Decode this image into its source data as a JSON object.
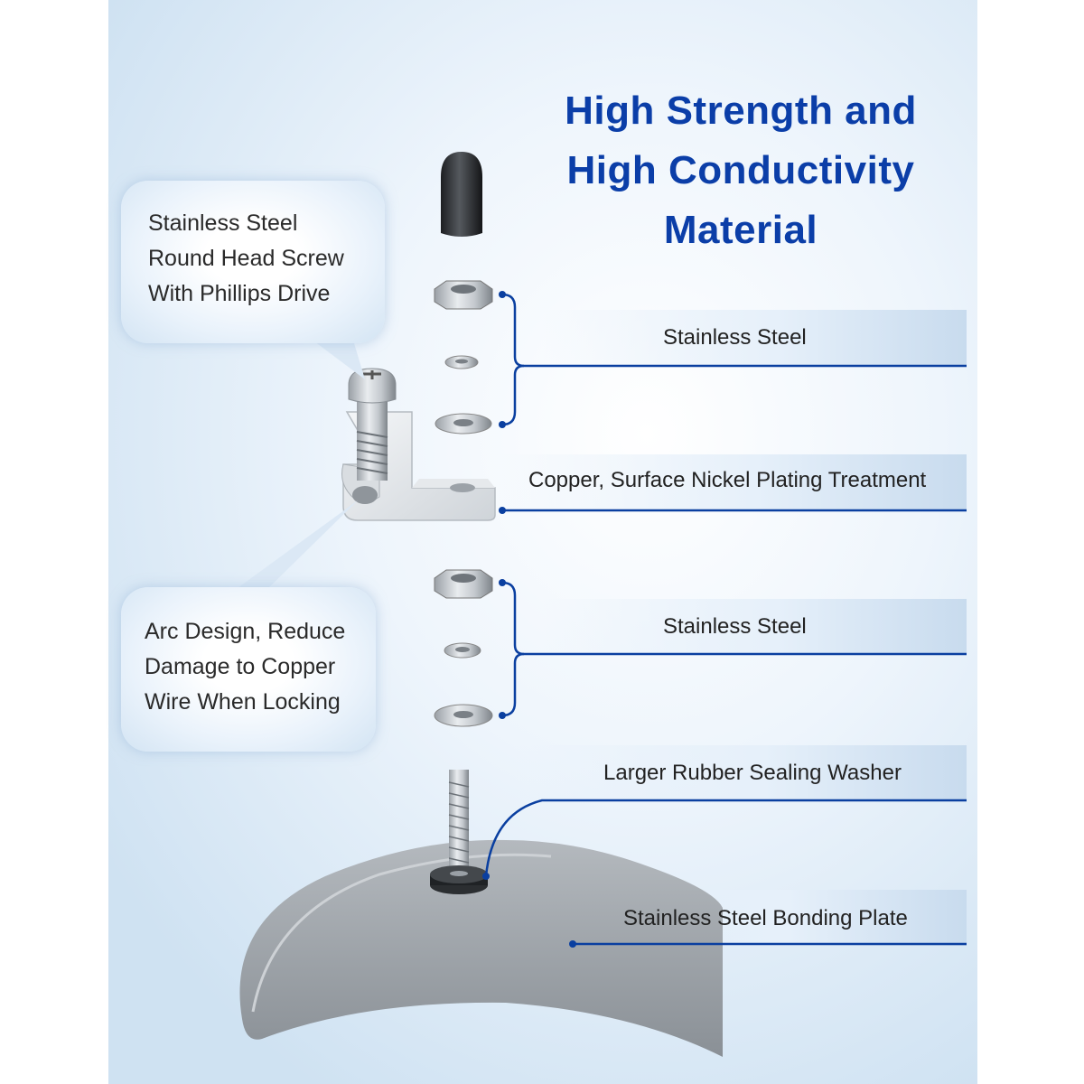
{
  "headline": {
    "line1": "High Strength and",
    "line2": "High Conductivity",
    "line3": "Material"
  },
  "callouts": {
    "screw": {
      "line1": "Stainless Steel",
      "line2": "Round Head Screw",
      "line3": "With Phillips Drive"
    },
    "arc": {
      "line1": "Arc Design, Reduce",
      "line2": "Damage to Copper",
      "line3": "Wire When Locking"
    }
  },
  "labels": {
    "steel_upper": "Stainless Steel",
    "lug": "Copper, Surface Nickel Plating Treatment",
    "steel_lower": "Stainless Steel",
    "washer": "Larger Rubber Sealing Washer",
    "plate": "Stainless Steel Bonding Plate"
  },
  "colors": {
    "headline": "#0b3ea8",
    "leader_line": "#0a3fa0",
    "background": "#d7e7f5"
  }
}
